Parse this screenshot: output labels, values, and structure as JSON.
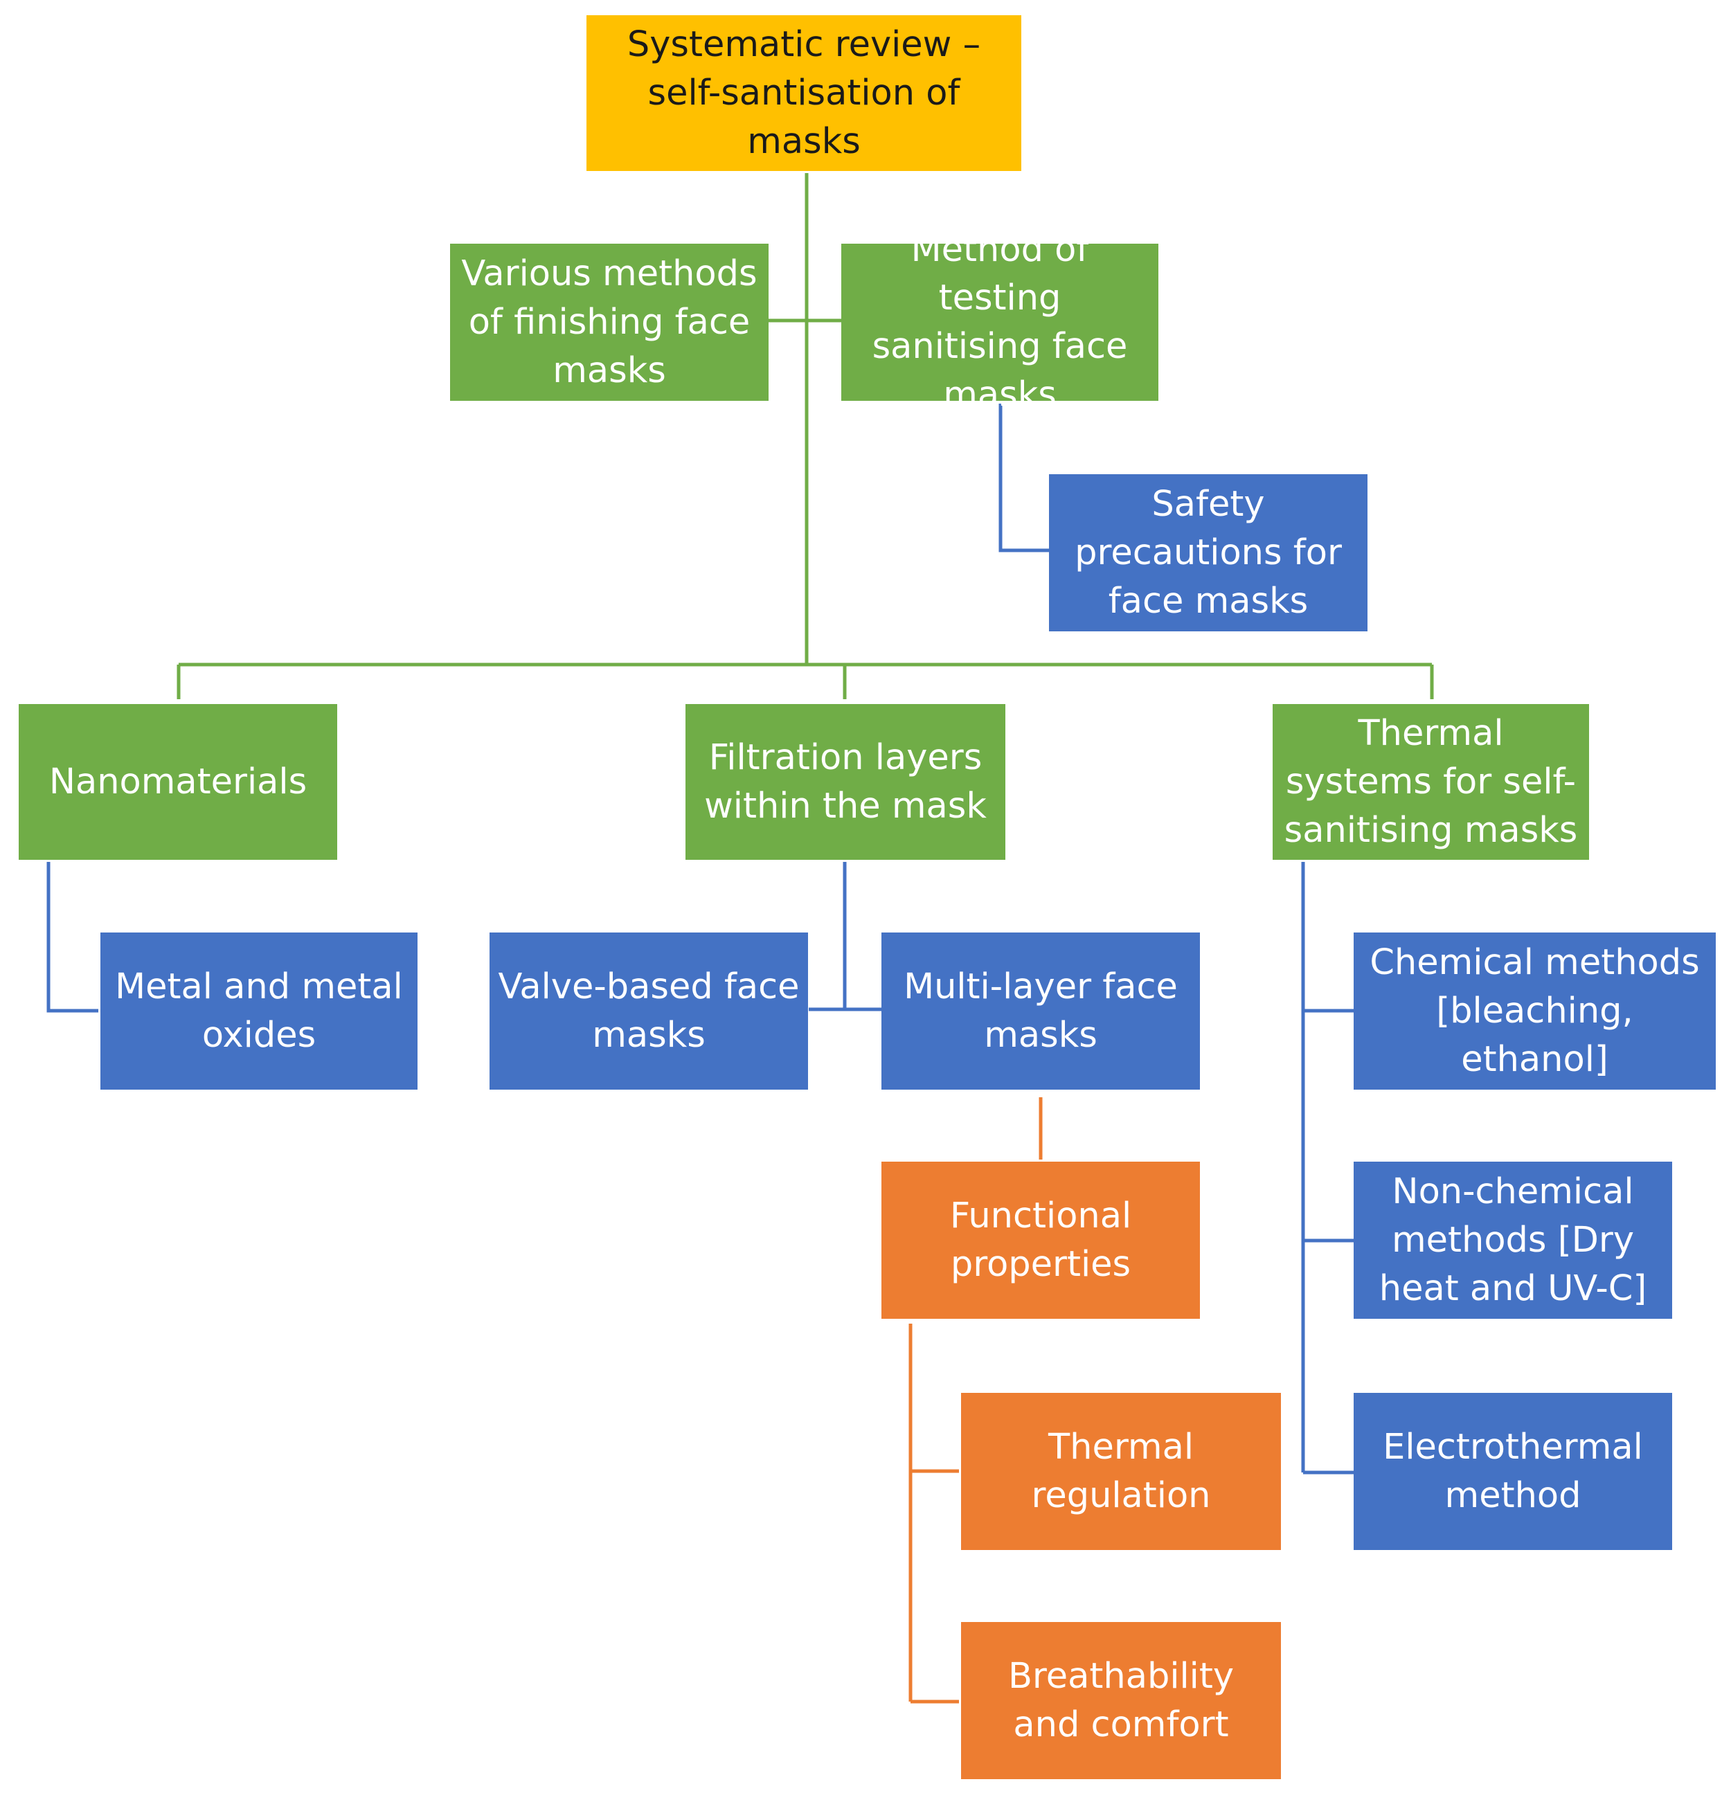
{
  "colors": {
    "root": "#ffc000",
    "category": "#70ad47",
    "subtopic": "#4472c4",
    "property": "#ed7d31",
    "connector_green": "#70ad47",
    "connector_blue": "#4472c4",
    "connector_orange": "#ed7d31"
  },
  "nodes": {
    "root": "Systematic review – self-santisation of masks",
    "finishing_methods": "Various methods of finishing  face masks",
    "testing_method": "Method of testing sanitising face masks",
    "safety_precautions": "Safety precautions for face masks",
    "nanomaterials": "Nanomaterials",
    "filtration_layers": "Filtration layers within the mask",
    "thermal_systems": "Thermal systems for self-sanitising masks",
    "metal_oxides": "Metal and metal oxides",
    "valve_based": "Valve-based face masks",
    "multi_layer": "Multi-layer face masks",
    "chemical_methods": "Chemical methods [bleaching, ethanol]",
    "non_chemical_methods": "Non-chemical methods [Dry heat and UV-C]",
    "electrothermal": "Electrothermal method",
    "functional_properties": "Functional properties",
    "thermal_regulation": "Thermal regulation",
    "breathability": "Breathability and comfort"
  }
}
